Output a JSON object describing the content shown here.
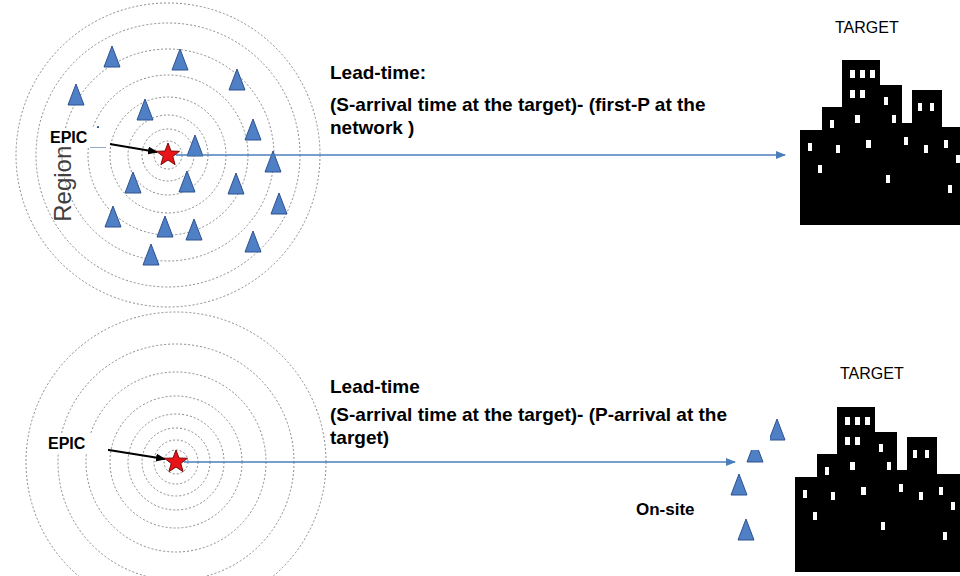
{
  "diagram": {
    "labels": [
      "Regional",
      "EPIC",
      "Lead-time:",
      "(S-arrival time at the target)- (first-P at the network )",
      "TARGET",
      "EPIC",
      "Lead-time",
      "(S-arrival time at the target)- (P-arrival at the target)",
      "On-site",
      "TARGET"
    ]
  }
}
